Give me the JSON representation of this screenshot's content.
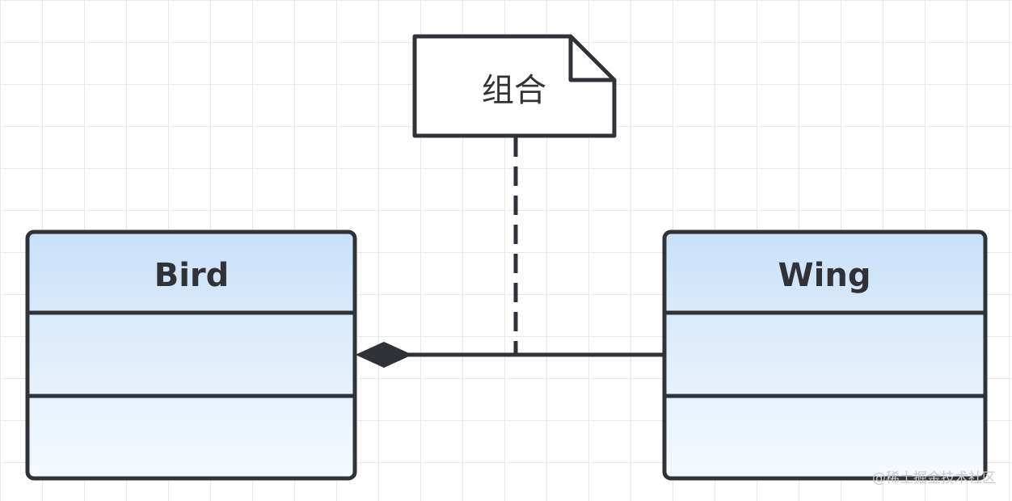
{
  "diagram": {
    "note": {
      "text": "组合"
    },
    "classes": [
      {
        "name": "Bird"
      },
      {
        "name": "Wing"
      }
    ],
    "relationship": {
      "type": "composition"
    }
  },
  "watermark": {
    "text": "@稀土掘金技术社区"
  },
  "colors": {
    "stroke": "#2f3236",
    "class_header_top": "#c9e1f9",
    "class_body_bottom": "#f6fafe",
    "grid": "#e8e8e8"
  }
}
